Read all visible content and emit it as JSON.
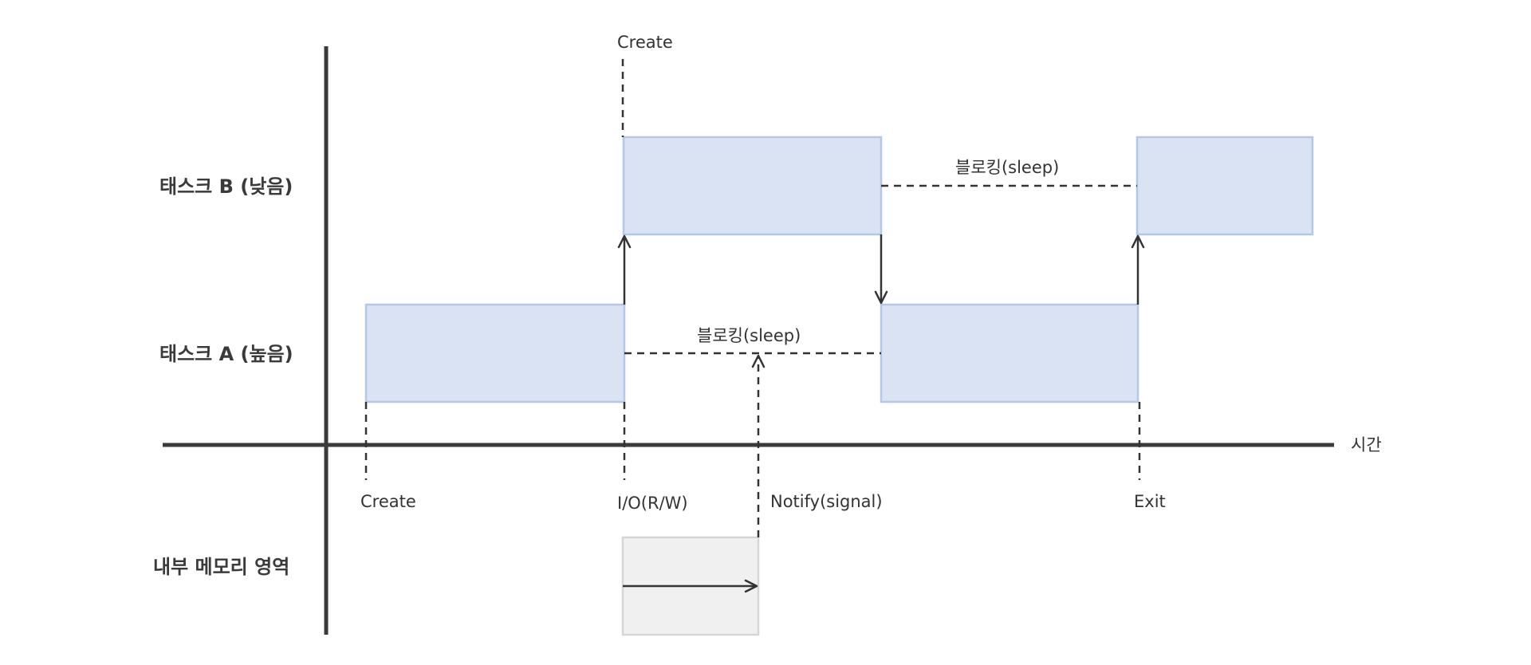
{
  "rows": {
    "task_b": "태스크 B (낮음)",
    "task_a": "태스크 A (높음)",
    "memory": "내부 메모리 영역"
  },
  "axis": {
    "time_label": "시간"
  },
  "events": {
    "create_b": "Create",
    "create_a": "Create",
    "io": "I/O(R/W)",
    "notify": "Notify(signal)",
    "exit": "Exit"
  },
  "blocking": {
    "task_b": "블로킹(sleep)",
    "task_a": "블로킹(sleep)"
  },
  "colors": {
    "run_fill": "#dae3f4",
    "run_stroke": "#b4c7e7",
    "memory_fill": "#f0f0f0",
    "axis": "#3b3b3b"
  }
}
